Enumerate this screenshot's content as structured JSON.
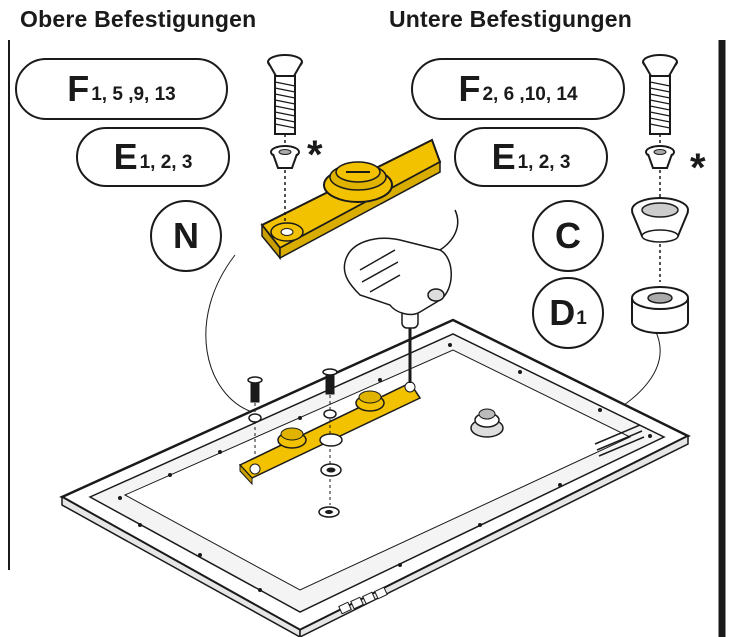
{
  "headings": {
    "upper": "Obere Befestigungen",
    "lower": "Untere Befestigungen"
  },
  "labels": {
    "f_upper": {
      "letter": "F",
      "numbers": "1, 5 ,9, 13"
    },
    "e_upper": {
      "letter": "E",
      "numbers": "1, 2, 3"
    },
    "n": {
      "letter": "N"
    },
    "f_lower": {
      "letter": "F",
      "numbers": "2, 6 ,10, 14"
    },
    "e_lower": {
      "letter": "E",
      "numbers": "1, 2, 3"
    },
    "c": {
      "letter": "C"
    },
    "d": {
      "letter": "D",
      "numbers": "1"
    }
  },
  "asterisk": "*",
  "colors": {
    "bracket_yellow": "#f2c200",
    "bracket_shadow": "#c89e00",
    "line": "#1a1a1a",
    "panel_fill": "#f4f4f4"
  }
}
